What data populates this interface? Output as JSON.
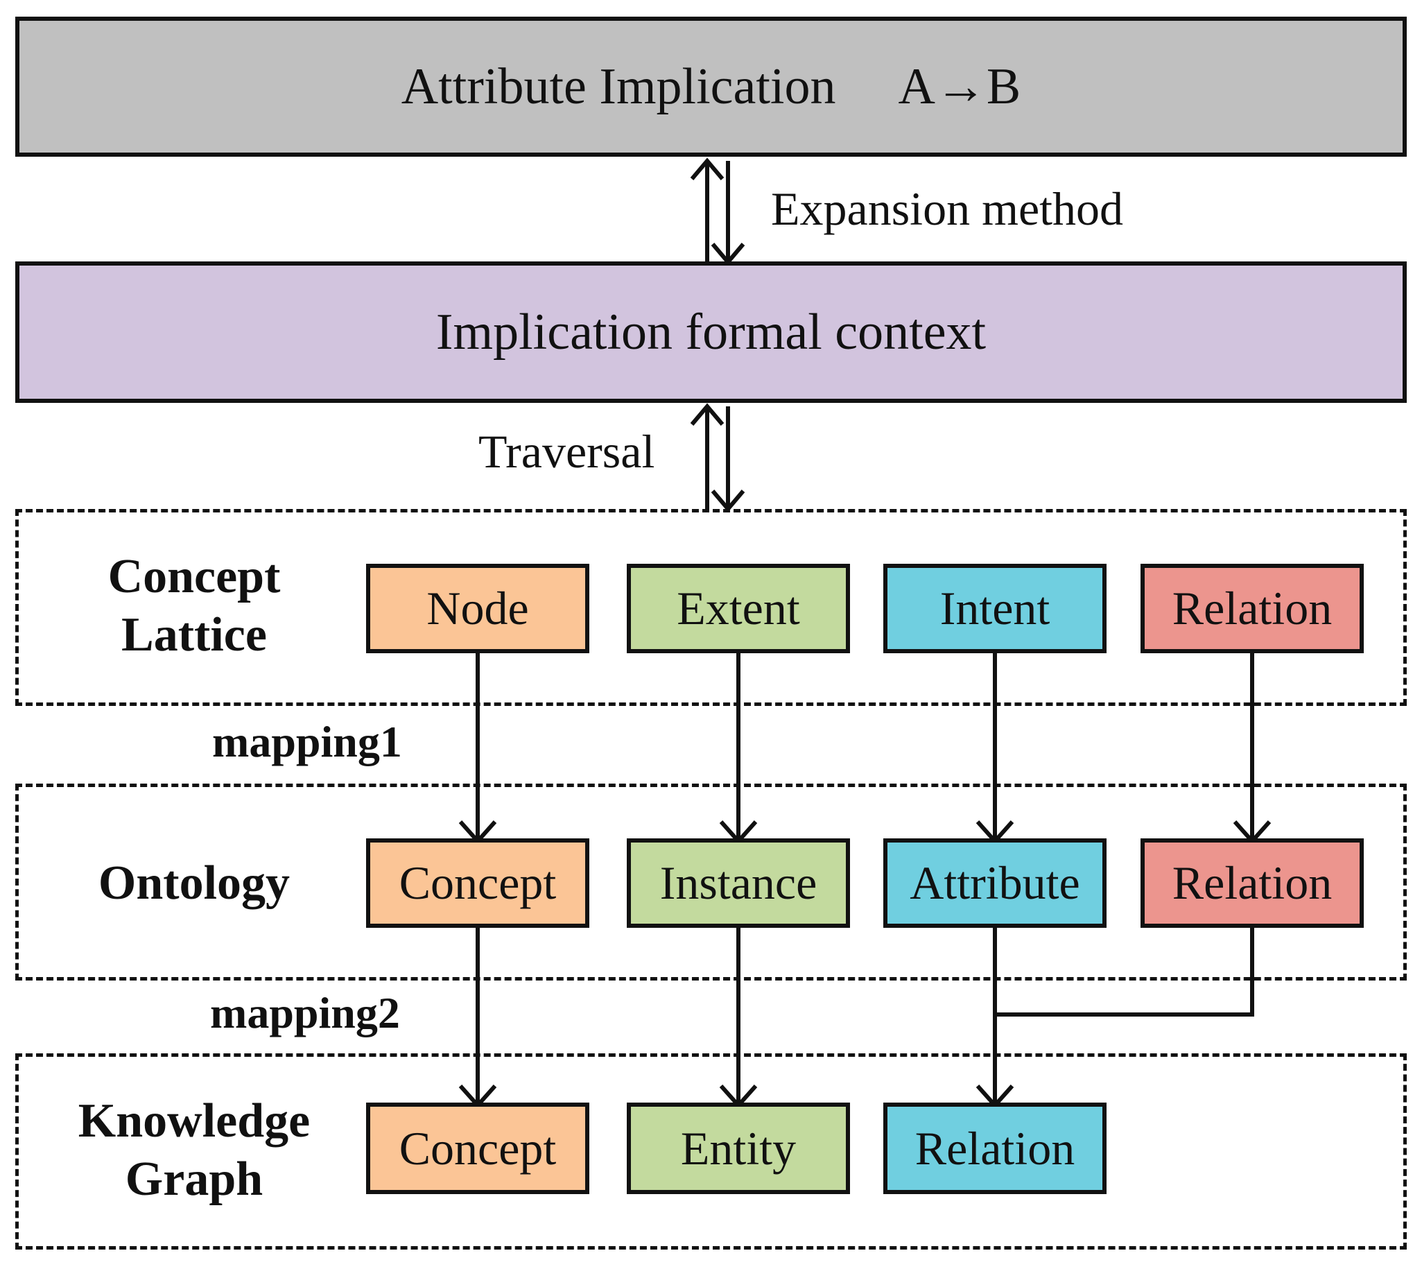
{
  "colors": {
    "top_banner": "#c0c0c0",
    "middle_banner": "#d2c4de",
    "orange": "#fbc596",
    "green": "#c3da9e",
    "blue": "#70cfe0",
    "red": "#ec958e",
    "line": "#111111"
  },
  "top_banner": {
    "text": "Attribute Implication",
    "formula": "A→B"
  },
  "middle_banner": {
    "text": "Implication formal context"
  },
  "arrow_labels": {
    "expansion": "Expansion method",
    "traversal": "Traversal"
  },
  "mapping_labels": {
    "mapping1": "mapping1",
    "mapping2": "mapping2"
  },
  "layers": {
    "concept_lattice": {
      "title_line1": "Concept",
      "title_line2": "Lattice",
      "nodes": [
        "Node",
        "Extent",
        "Intent",
        "Relation"
      ]
    },
    "ontology": {
      "title_line1": "Ontology",
      "nodes": [
        "Concept",
        "Instance",
        "Attribute",
        "Relation"
      ]
    },
    "knowledge_graph": {
      "title_line1": "Knowledge",
      "title_line2": "Graph",
      "nodes": [
        "Concept",
        "Entity",
        "Relation"
      ]
    }
  }
}
